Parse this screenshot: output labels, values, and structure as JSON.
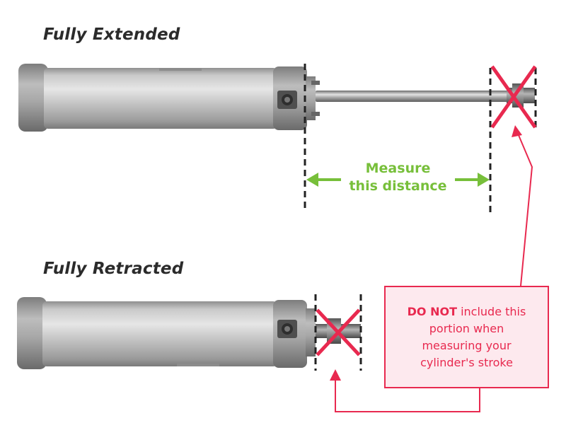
{
  "headings": {
    "extended": "Fully Extended",
    "retracted": "Fully Retracted"
  },
  "measure": {
    "line1": "Measure",
    "line2": "this distance"
  },
  "note": {
    "emphasis": "DO NOT",
    "rest": " include this portion when measuring your cylinder's stroke"
  },
  "colors": {
    "measure_green": "#77bf3a",
    "warning_red": "#e8294f",
    "note_background": "#fde9ee",
    "heading_text": "#2b2b2b",
    "cylinder_body": "#b8b8b8"
  }
}
